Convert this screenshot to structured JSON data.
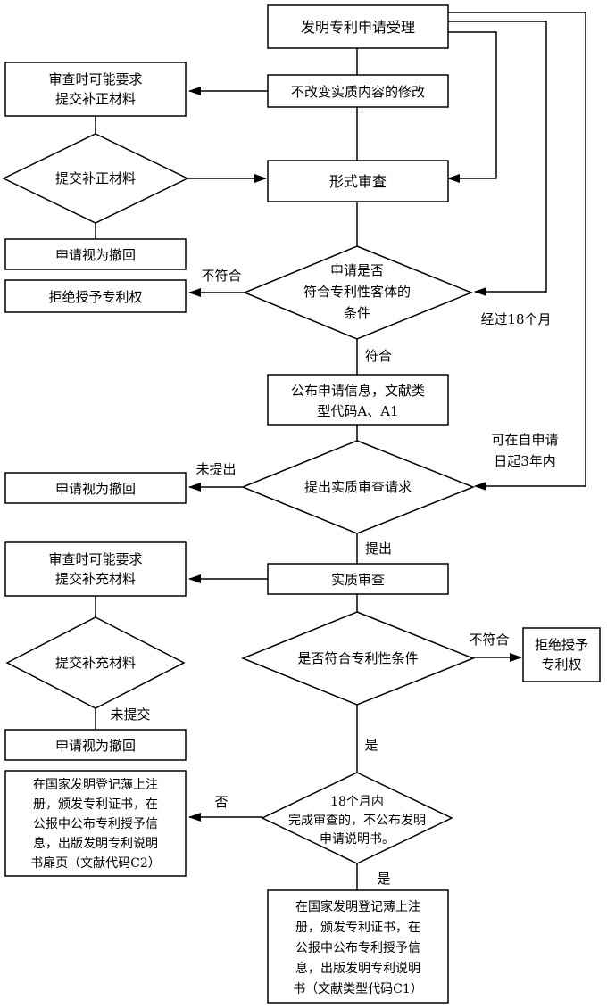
{
  "nodes": {
    "accept": "发明专利申请受理",
    "non_substantive_amend": "不改变实质内容的修改",
    "formal_req_top_1": "审查时可能要求",
    "formal_req_top_2": "提交补正材料",
    "submit_correction": "提交补正材料",
    "formal_exam": "形式审查",
    "withdrawn_1": "申请视为撤回",
    "refuse_1": "拒绝授予专利权",
    "subject_check_1": "申请是否",
    "subject_check_2": "符合专利性客体的",
    "subject_check_3": "条件",
    "publish_1": "公布申请信息，文献类",
    "publish_2": "型代码A、A1",
    "request_substantive": "提出实质审查请求",
    "withdrawn_2": "申请视为撤回",
    "subst_req_1": "审查时可能要求",
    "subst_req_2": "提交补充材料",
    "substantive_exam": "实质审查",
    "submit_supplement": "提交补充材料",
    "patentability_check": "是否符合专利性条件",
    "refuse_2_1": "拒绝授予",
    "refuse_2_2": "专利权",
    "withdrawn_3": "申请视为撤回",
    "grant_c2_1": "在国家发明登记薄上注",
    "grant_c2_2": "册，颁发专利证书，在",
    "grant_c2_3": "公报中公布专利授予信",
    "grant_c2_4": "息，出版发明专利说明",
    "grant_c2_5": "书扉页（文献代码C2）",
    "within18_1": "18个月内",
    "within18_2": "完成审查的，不公布发明",
    "within18_3": "申请说明书。",
    "grant_c1_1": "在国家发明登记薄上注",
    "grant_c1_2": "册，颁发专利证书，在",
    "grant_c1_3": "公报中公布专利授予信",
    "grant_c1_4": "息，出版发明专利说明",
    "grant_c1_5": "书（文献类型代码C1）"
  },
  "edge_labels": {
    "not_conform_1": "不符合",
    "conform": "符合",
    "after_18_months": "经过18个月",
    "within_3y_1": "可在自申请",
    "within_3y_2": "日起3年内",
    "not_submitted_1": "未提出",
    "submitted": "提出",
    "not_conform_2": "不符合",
    "not_submitted_2": "未提交",
    "yes_1": "是",
    "no": "否",
    "yes_2": "是"
  }
}
